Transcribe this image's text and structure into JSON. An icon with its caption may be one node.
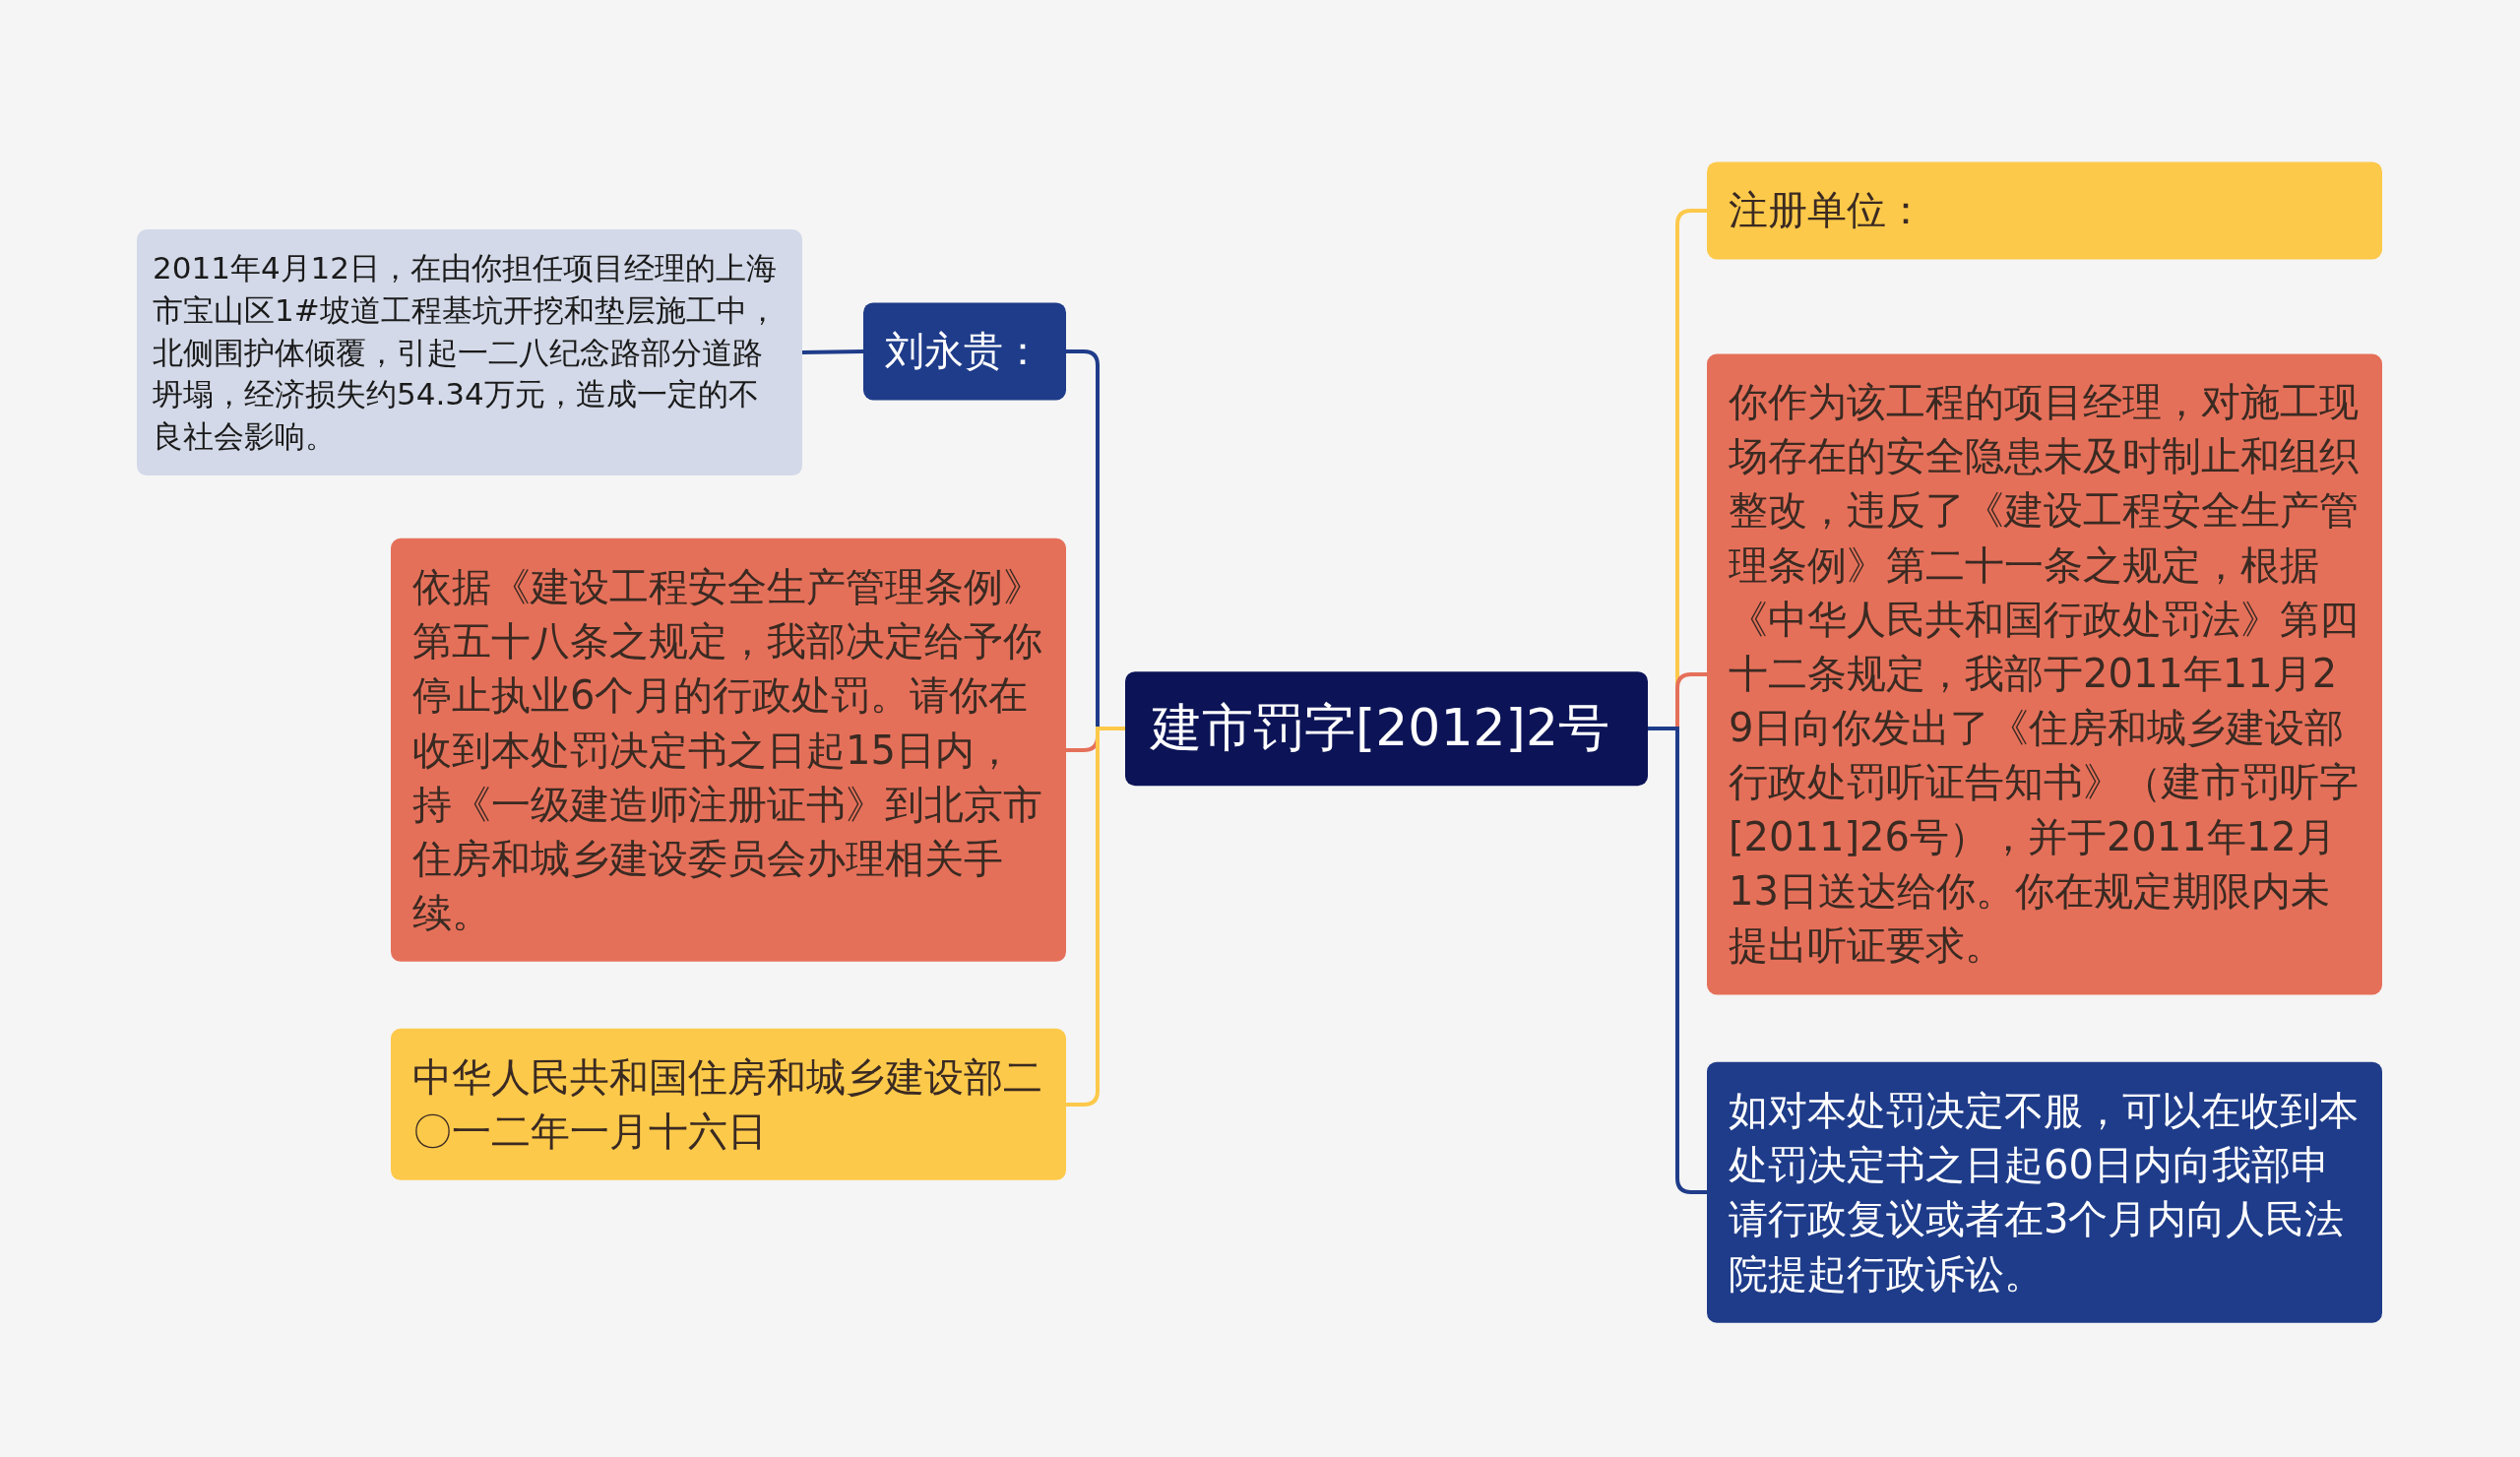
{
  "diagram": {
    "nodes": [
      {
        "text": [
          "建市罚字[2012]2号"
        ]
      },
      {
        "text": [
          "刘永贵："
        ]
      },
      {
        "text": [
          "2011年4月12日，在由你担任项目经理的上海市宝山区1#坡道工程基坑开挖和垫层施工中，北侧围护体倾覆，引起一二八纪念路部分道路坍塌，经济损失约54.34万元，造成一定的不良社会影响。"
        ]
      },
      {
        "text": [
          "依据《建设工程安全生产管理条例》第五十八条之规定，我部决定给予你停止执业6个月的行政处罚。请你在收到本处罚决定书之日起15日内，持《一级建造师注册证书》到北京市住房和城乡建设委员会办理相关手续。"
        ]
      },
      {
        "text": [
          "中华人民共和国住房和城乡建设部二〇一二年一月十六日"
        ]
      },
      {
        "text": [
          "注册单位："
        ]
      },
      {
        "text": [
          "你作为该工程的项目经理，对施工现场存在的安全隐患未及时制止和组织整改，违反了《建设工程安全生产管理条例》第二十一条之规定，根据《中华人民共和国行政处罚法》第四十二条规定，我部于2011年11月29日向你发出了《住房和城乡建设部行政处罚听证告知书》（建市罚听字[2011]26号），并于2011年12月13日送达给你。你在规定期限内未提出听证要求。"
        ]
      },
      {
        "text": [
          "如对本处罚决定不服，可以在收到本处罚决定书之日起60日内向我部申请行政复议或者在3个月内向人民法院提起行政诉讼。"
        ]
      }
    ],
    "edges": [
      {
        "from": 0,
        "to": 1,
        "arrow": "none",
        "color": "#1f3c8a"
      },
      {
        "from": 1,
        "to": 2,
        "arrow": "none",
        "color": "#1f3c8a"
      },
      {
        "from": 0,
        "to": 3,
        "arrow": "none",
        "color": "#e5705a"
      },
      {
        "from": 0,
        "to": 4,
        "arrow": "none",
        "color": "#fdc94a"
      },
      {
        "from": 0,
        "to": 5,
        "arrow": "none",
        "color": "#fdc94a"
      },
      {
        "from": 0,
        "to": 6,
        "arrow": "none",
        "color": "#e5705a"
      },
      {
        "from": 0,
        "to": 7,
        "arrow": "none",
        "color": "#1f3c8a"
      }
    ]
  }
}
